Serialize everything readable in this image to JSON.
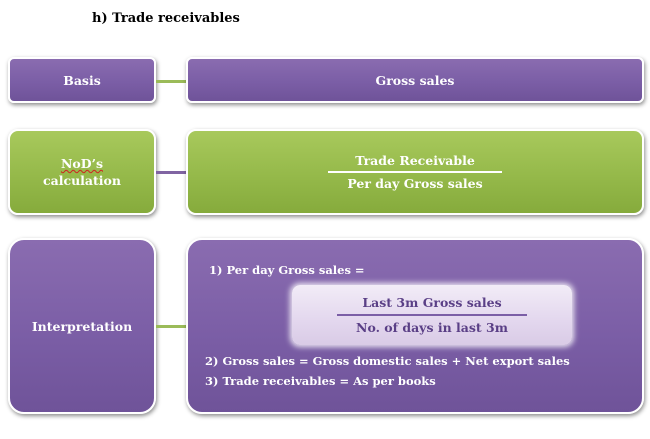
{
  "heading": "h)  Trade  receivables",
  "rows": {
    "basis": {
      "label": "Basis",
      "value": "Gross sales"
    },
    "nod": {
      "label_line1": "NoD’s",
      "label_line2": "calculation",
      "numerator": "Trade  Receivable",
      "denominator": "Per day Gross sales"
    },
    "interpretation": {
      "label": "Interpretation",
      "line1": "1) Per day Gross sales =",
      "fraction_numerator": "Last  3m Gross sales",
      "fraction_denominator": "No.  of days in last  3m",
      "line2": "2) Gross sales = Gross domestic sales + Net export sales",
      "line3": "3) Trade receivables = As per books"
    }
  },
  "colors": {
    "purple": "#7b5ea6",
    "green": "#95b94a",
    "light_purple": "#e3d7ee"
  }
}
